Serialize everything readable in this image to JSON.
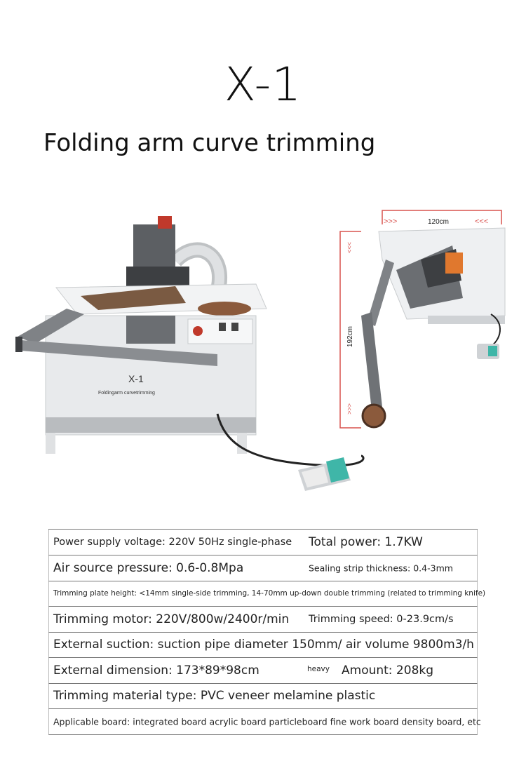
{
  "header": {
    "model": "X-1",
    "subtitle": "Folding arm curve trimming"
  },
  "photo_left": {
    "panel_model": "X-1",
    "panel_caption": "Foldingarm curvetrimming"
  },
  "photo_right": {
    "width_label": "120cm",
    "height_label": "192cm",
    "arrows_left": ">>>",
    "arrows_right": "<<<",
    "arrows_down": ">>>",
    "arrows_up": "<<<"
  },
  "specs": {
    "r1_left": "Power supply voltage: 220V 50Hz single-phase",
    "r1_right": "Total power: 1.7KW",
    "r2_left": "Air source pressure: 0.6-0.8Mpa",
    "r2_right": "Sealing strip thickness: 0.4-3mm",
    "r3": "Trimming plate height: <14mm single-side trimming, 14-70mm up-down double trimming (related to trimming knife)",
    "r4_left": "Trimming motor: 220V/800w/2400r/min",
    "r4_right": "Trimming speed: 0-23.9cm/s",
    "r5": "External suction: suction pipe diameter 150mm/ air volume 9800m3/h",
    "r6_left": "External dimension: 173*89*98cm",
    "r6_heavy": "heavy",
    "r6_right": "Amount: 208kg",
    "r7": "Trimming material type: PVC veneer melamine plastic",
    "r8": "Applicable board: integrated board acrylic board particleboard fine work board density board, etc"
  },
  "colors": {
    "dimension_red": "#d9534f",
    "machine_gray": "#8a8a8a",
    "machine_white": "#eceef0",
    "accent_teal": "#3fb6a8",
    "accent_orange": "#e0782e"
  }
}
